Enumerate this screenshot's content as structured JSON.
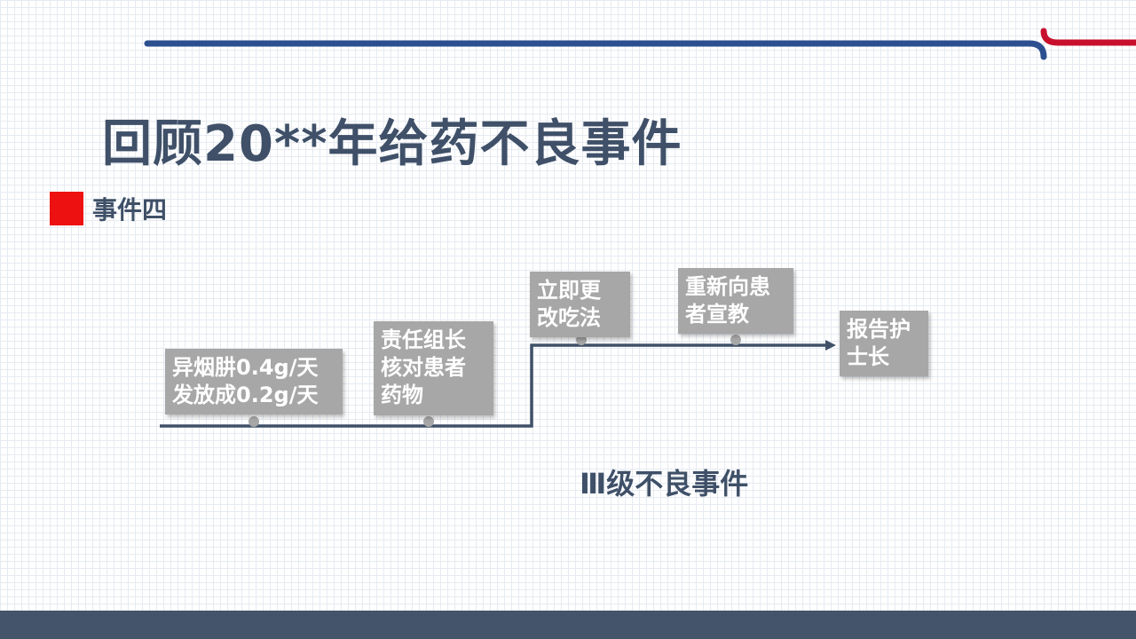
{
  "title": "回顾20**年给药不良事件",
  "section": {
    "label": "事件四",
    "marker_color": "#ee1111"
  },
  "steps": [
    {
      "lines": [
        "异烟肼0.4g/天",
        "发放成0.2g/天"
      ]
    },
    {
      "lines": [
        "责任组长",
        "核对患者",
        "药物"
      ]
    },
    {
      "lines": [
        "立即更",
        "改吃法"
      ]
    },
    {
      "lines": [
        "重新向患",
        "者宣教"
      ]
    },
    {
      "lines": [
        "报告护",
        "士长"
      ]
    }
  ],
  "level_label": "Ⅲ级不良事件",
  "colors": {
    "title": "#3f5068",
    "timeline": "#3f5068",
    "box": "#a7a7a7",
    "top_bar_blue": "#2c4f8f",
    "top_bar_red": "#c8102e",
    "footer": "#44546a"
  }
}
